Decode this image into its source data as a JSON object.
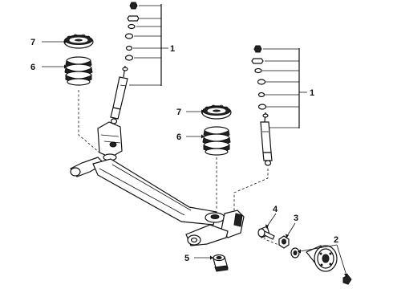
{
  "diagram": {
    "callouts": [
      {
        "id": "shock-left",
        "label": "1"
      },
      {
        "id": "shock-right",
        "label": "1"
      },
      {
        "id": "drum",
        "label": "2"
      },
      {
        "id": "nut",
        "label": "3"
      },
      {
        "id": "bolt",
        "label": "4"
      },
      {
        "id": "bushing",
        "label": "5"
      },
      {
        "id": "spring-left",
        "label": "6"
      },
      {
        "id": "spring-right",
        "label": "6"
      },
      {
        "id": "insulator-left",
        "label": "7"
      },
      {
        "id": "insulator-right",
        "label": "7"
      }
    ]
  }
}
